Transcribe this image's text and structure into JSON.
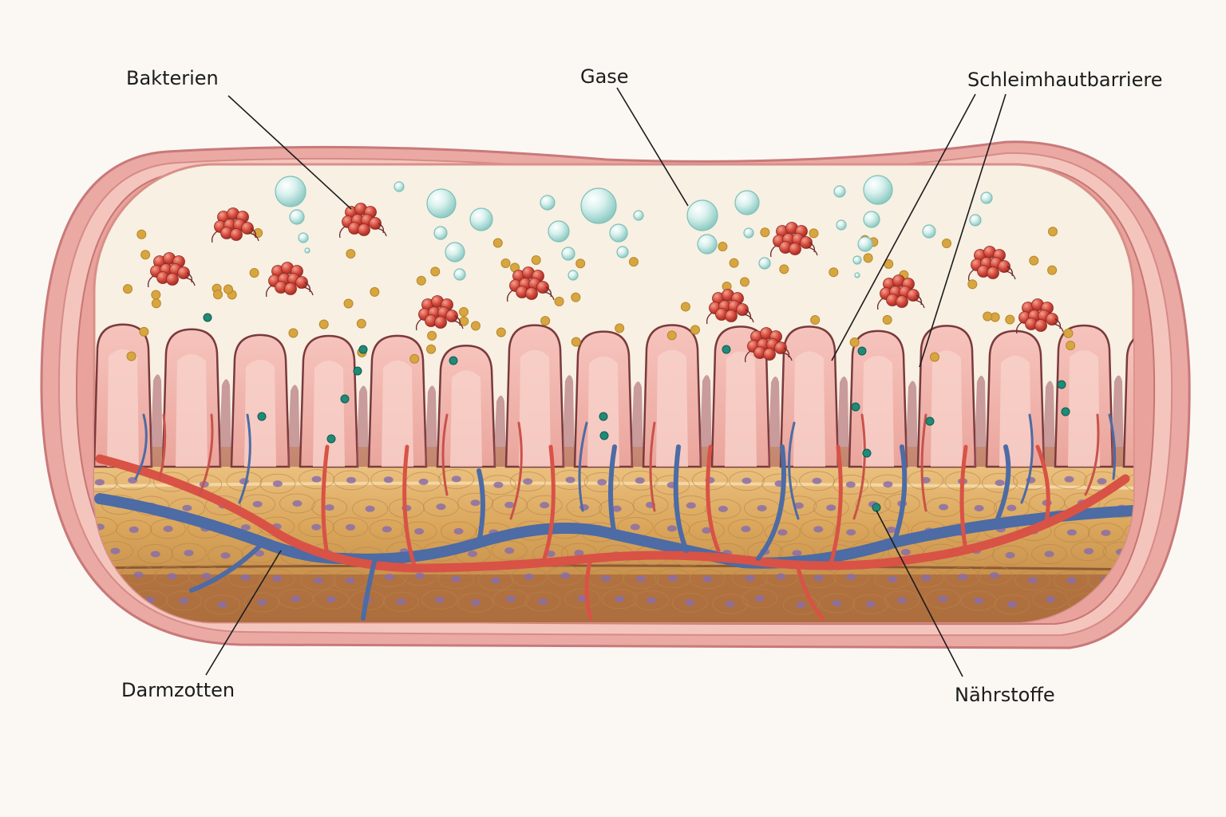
{
  "labels": {
    "bakterien": "Bakterien",
    "gase": "Gase",
    "schleimhautbarriere": "Schleimhautbarriere",
    "darmzotten": "Darmzotten",
    "naehrstoffe": "Nährstoffe"
  },
  "colors": {
    "background": "#fbf8f3",
    "lumen": "#f6efe2",
    "outer_wall": "#e8a7a3",
    "villi": "#f2b7b0",
    "villus_outline": "#7a3a3c",
    "tissue": "#d9a95c",
    "artery": "#d9554b",
    "vein": "#4f6fa8",
    "bacteria": "#d0463a",
    "gas_bubble": "#bfe5e0",
    "particle_yellow": "#d7a640",
    "nutrient_teal": "#1f8a78",
    "cell_nucleus": "#8a6fa8"
  }
}
